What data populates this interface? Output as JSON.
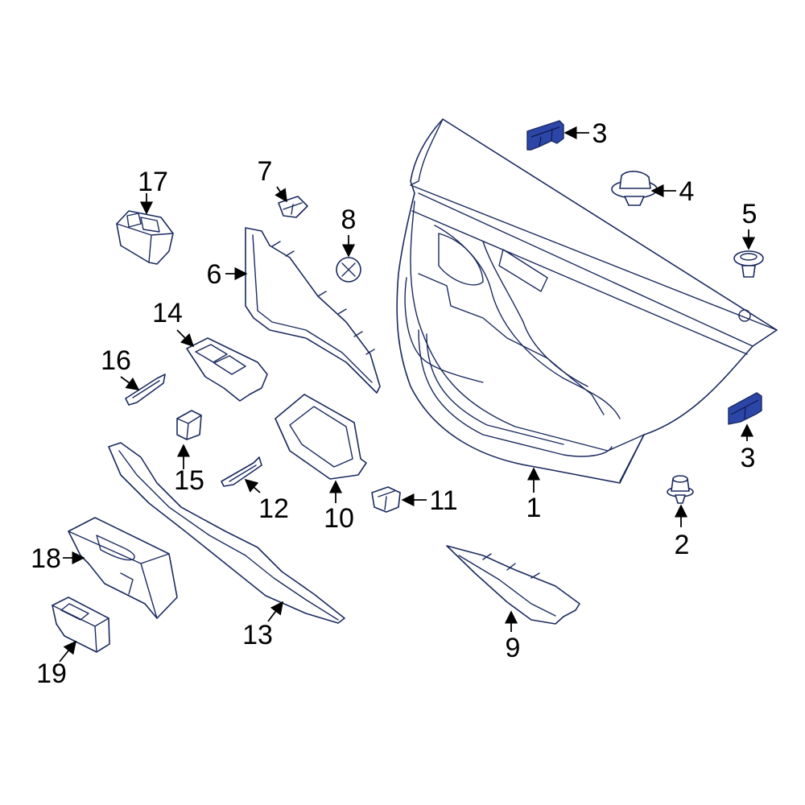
{
  "diagram": {
    "highlight_color": "#2c46a8",
    "line_color": "#1a2a5e",
    "callouts": [
      {
        "id": "c1",
        "label": "1"
      },
      {
        "id": "c2",
        "label": "2"
      },
      {
        "id": "c3a",
        "label": "3"
      },
      {
        "id": "c3b",
        "label": "3"
      },
      {
        "id": "c4",
        "label": "4"
      },
      {
        "id": "c5",
        "label": "5"
      },
      {
        "id": "c6",
        "label": "6"
      },
      {
        "id": "c7",
        "label": "7"
      },
      {
        "id": "c8",
        "label": "8"
      },
      {
        "id": "c9",
        "label": "9"
      },
      {
        "id": "c10",
        "label": "10"
      },
      {
        "id": "c11",
        "label": "11"
      },
      {
        "id": "c12",
        "label": "12"
      },
      {
        "id": "c13",
        "label": "13"
      },
      {
        "id": "c14",
        "label": "14"
      },
      {
        "id": "c15",
        "label": "15"
      },
      {
        "id": "c16",
        "label": "16"
      },
      {
        "id": "c17",
        "label": "17"
      },
      {
        "id": "c18",
        "label": "18"
      },
      {
        "id": "c19",
        "label": "19"
      }
    ]
  }
}
